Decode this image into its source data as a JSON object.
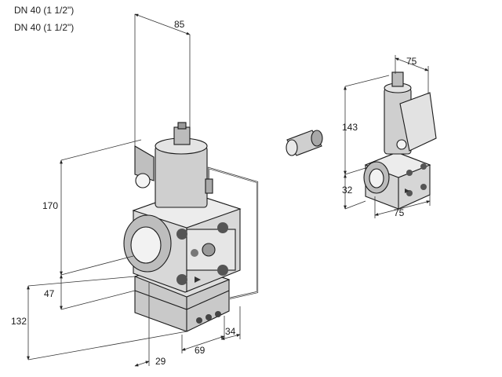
{
  "header": {
    "line1": "DN 40 (1 1/2\")",
    "line2": "DN 40 (1 1/2\")"
  },
  "dimensions": {
    "main": {
      "width_top": "85",
      "height_body": "170",
      "height_lower": "47",
      "height_total": "132",
      "offset_bottom": "29",
      "depth_bottom": "69",
      "side_bottom": "34"
    },
    "small": {
      "width_top": "75",
      "height_body": "143",
      "height_lower": "32",
      "width_bottom": "75"
    }
  }
}
